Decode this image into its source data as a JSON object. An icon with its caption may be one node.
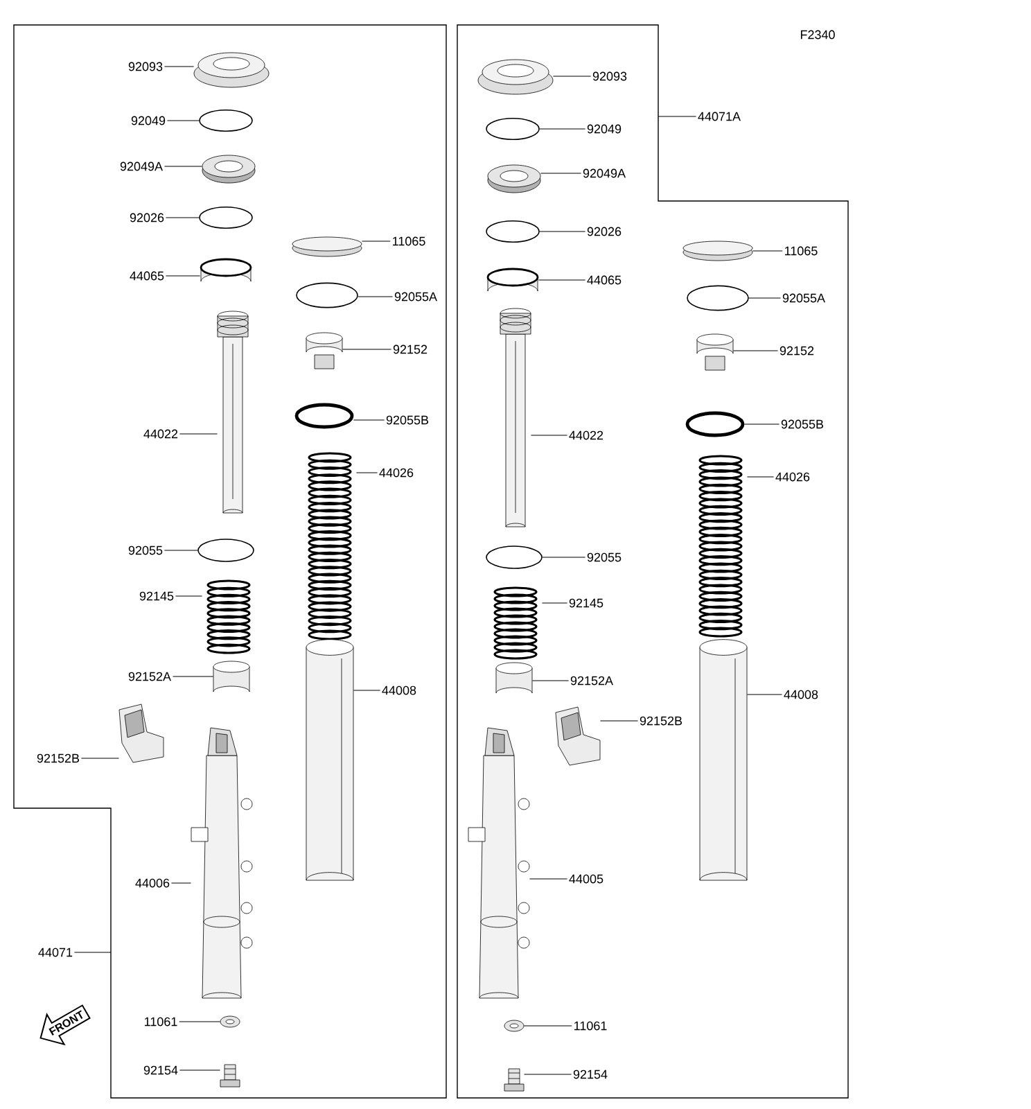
{
  "diagram": {
    "nodes": [
      {
        "text": [],
        "shape": "box"
      },
      {
        "text": [
          "92093"
        ],
        "in": 0
      },
      {
        "text": [
          "92049"
        ],
        "in": 0
      },
      {
        "text": [
          "92049A"
        ],
        "in": 0
      },
      {
        "text": [
          "92026"
        ],
        "in": 0
      },
      {
        "text": [
          "44065"
        ],
        "in": 0
      },
      {
        "text": [
          "44022"
        ],
        "in": 0
      },
      {
        "text": [
          "92055"
        ],
        "in": 0
      },
      {
        "text": [
          "92145"
        ],
        "in": 0
      },
      {
        "text": [
          "92152A"
        ],
        "in": 0
      },
      {
        "text": [
          "92152B"
        ],
        "in": 0
      },
      {
        "text": [
          "44006"
        ],
        "in": 0
      },
      {
        "text": [
          "44071"
        ]
      },
      {
        "text": [
          "11061"
        ],
        "in": 0
      },
      {
        "text": [
          "92154"
        ],
        "in": 0
      },
      {
        "text": [
          "11065"
        ],
        "in": 0
      },
      {
        "text": [
          "92055A"
        ],
        "in": 0
      },
      {
        "text": [
          "92152"
        ],
        "in": 0
      },
      {
        "text": [
          "92055B"
        ],
        "in": 0
      },
      {
        "text": [
          "44026"
        ],
        "in": 0
      },
      {
        "text": [
          "44008"
        ],
        "in": 0
      },
      {
        "text": [],
        "shape": "box"
      },
      {
        "text": [
          "92093"
        ],
        "in": 21
      },
      {
        "text": [
          "92049"
        ],
        "in": 21
      },
      {
        "text": [
          "92049A"
        ],
        "in": 21
      },
      {
        "text": [
          "92026"
        ],
        "in": 21
      },
      {
        "text": [
          "44065"
        ],
        "in": 21
      },
      {
        "text": [
          "44022"
        ],
        "in": 21
      },
      {
        "text": [
          "92055"
        ],
        "in": 21
      },
      {
        "text": [
          "92145"
        ],
        "in": 21
      },
      {
        "text": [
          "92152A"
        ],
        "in": 21
      },
      {
        "text": [
          "92152B"
        ],
        "in": 21
      },
      {
        "text": [
          "44005"
        ],
        "in": 21
      },
      {
        "text": [
          "11061"
        ],
        "in": 21
      },
      {
        "text": [
          "92154"
        ],
        "in": 21
      },
      {
        "text": [
          "44071A"
        ]
      },
      {
        "text": [
          "11065"
        ],
        "in": 21
      },
      {
        "text": [
          "92055A"
        ],
        "in": 21
      },
      {
        "text": [
          "92152"
        ],
        "in": 21
      },
      {
        "text": [
          "92055B"
        ],
        "in": 21
      },
      {
        "text": [
          "44026"
        ],
        "in": 21
      },
      {
        "text": [
          "44008"
        ],
        "in": 21
      },
      {
        "text": [],
        "shape": "picture",
        "in": 0
      },
      {
        "text": [],
        "shape": "circle",
        "in": 0
      },
      {
        "text": [],
        "shape": "picture",
        "in": 0
      },
      {
        "text": [],
        "shape": "circle",
        "in": 0
      },
      {
        "text": [],
        "shape": "circle",
        "in": 0
      },
      {
        "text": [],
        "shape": "picture",
        "in": 0
      },
      {
        "text": [],
        "shape": "circle",
        "in": 0
      },
      {
        "text": [],
        "shape": "picture",
        "in": 0
      },
      {
        "text": [],
        "shape": "cylinder",
        "in": 0
      },
      {
        "text": [],
        "shape": "picture",
        "in": 0
      },
      {
        "text": [],
        "shape": "picture",
        "in": 0
      },
      {
        "text": [],
        "shape": "picture",
        "in": 0
      },
      {
        "text": [],
        "shape": "picture",
        "in": 0
      },
      {
        "text": [],
        "shape": "cylinder",
        "in": 0
      },
      {
        "text": [],
        "shape": "circle",
        "in": 0
      },
      {
        "text": [],
        "shape": "picture",
        "in": 0
      },
      {
        "text": [],
        "shape": "circle",
        "in": 0
      },
      {
        "text": [],
        "shape": "picture",
        "in": 0
      },
      {
        "text": [],
        "shape": "cylinder",
        "in": 0
      },
      {
        "text": [],
        "shape": "picture",
        "in": 21
      },
      {
        "text": [],
        "shape": "circle",
        "in": 21
      },
      {
        "text": [],
        "shape": "picture",
        "in": 21
      },
      {
        "text": [],
        "shape": "circle",
        "in": 21
      },
      {
        "text": [],
        "shape": "circle",
        "in": 21
      },
      {
        "text": [],
        "shape": "picture",
        "in": 21
      },
      {
        "text": [],
        "shape": "circle",
        "in": 21
      },
      {
        "text": [],
        "shape": "picture",
        "in": 21
      },
      {
        "text": [],
        "shape": "cylinder",
        "in": 21
      },
      {
        "text": [],
        "shape": "picture",
        "in": 21
      },
      {
        "text": [],
        "shape": "picture",
        "in": 21
      },
      {
        "text": [],
        "shape": "picture",
        "in": 21
      },
      {
        "text": [],
        "shape": "picture",
        "in": 21
      },
      {
        "text": [],
        "shape": "cylinder",
        "in": 21
      },
      {
        "text": [],
        "shape": "circle",
        "in": 21
      },
      {
        "text": [],
        "shape": "picture",
        "in": 21
      },
      {
        "text": [],
        "shape": "circle",
        "in": 21
      },
      {
        "text": [],
        "shape": "picture",
        "in": 21
      },
      {
        "text": [],
        "shape": "cylinder",
        "in": 21
      }
    ],
    "edges": [
      {
        "from": 1,
        "to": 42,
        "arrow": "none"
      },
      {
        "from": 2,
        "to": 43,
        "arrow": "none"
      },
      {
        "from": 3,
        "to": 44,
        "arrow": "none"
      },
      {
        "from": 4,
        "to": 45,
        "arrow": "none"
      },
      {
        "from": 5,
        "to": 46,
        "arrow": "none"
      },
      {
        "from": 6,
        "to": 47,
        "arrow": "none"
      },
      {
        "from": 7,
        "to": 48,
        "arrow": "none"
      },
      {
        "from": 8,
        "to": 49,
        "arrow": "none"
      },
      {
        "from": 9,
        "to": 50,
        "arrow": "none"
      },
      {
        "from": 10,
        "to": 51,
        "arrow": "none"
      },
      {
        "from": 11,
        "to": 52,
        "arrow": "none"
      },
      {
        "from": 12,
        "to": 0,
        "arrow": "none"
      },
      {
        "from": 13,
        "to": 53,
        "arrow": "none"
      },
      {
        "from": 14,
        "to": 54,
        "arrow": "none"
      },
      {
        "from": 15,
        "to": 55,
        "arrow": "none"
      },
      {
        "from": 16,
        "to": 56,
        "arrow": "none"
      },
      {
        "from": 17,
        "to": 57,
        "arrow": "none"
      },
      {
        "from": 18,
        "to": 58,
        "arrow": "none"
      },
      {
        "from": 19,
        "to": 59,
        "arrow": "none"
      },
      {
        "from": 20,
        "to": 60,
        "arrow": "none"
      },
      {
        "from": 22,
        "to": 61,
        "arrow": "none"
      },
      {
        "from": 23,
        "to": 62,
        "arrow": "none"
      },
      {
        "from": 24,
        "to": 63,
        "arrow": "none"
      },
      {
        "from": 25,
        "to": 64,
        "arrow": "none"
      },
      {
        "from": 26,
        "to": 65,
        "arrow": "none"
      },
      {
        "from": 27,
        "to": 66,
        "arrow": "none"
      },
      {
        "from": 28,
        "to": 67,
        "arrow": "none"
      },
      {
        "from": 29,
        "to": 68,
        "arrow": "none"
      },
      {
        "from": 30,
        "to": 69,
        "arrow": "none"
      },
      {
        "from": 31,
        "to": 70,
        "arrow": "none"
      },
      {
        "from": 32,
        "to": 71,
        "arrow": "none"
      },
      {
        "from": 33,
        "to": 72,
        "arrow": "none"
      },
      {
        "from": 34,
        "to": 73,
        "arrow": "none"
      },
      {
        "from": 35,
        "to": 21,
        "arrow": "none"
      },
      {
        "from": 36,
        "to": 74,
        "arrow": "none"
      },
      {
        "from": 37,
        "to": 75,
        "arrow": "none"
      },
      {
        "from": 38,
        "to": 76,
        "arrow": "none"
      },
      {
        "from": 39,
        "to": 77,
        "arrow": "none"
      },
      {
        "from": 40,
        "to": 78,
        "arrow": "none"
      },
      {
        "from": 41,
        "to": 79,
        "arrow": "none"
      }
    ],
    "labels": [
      "F2340",
      "FRONT"
    ]
  }
}
